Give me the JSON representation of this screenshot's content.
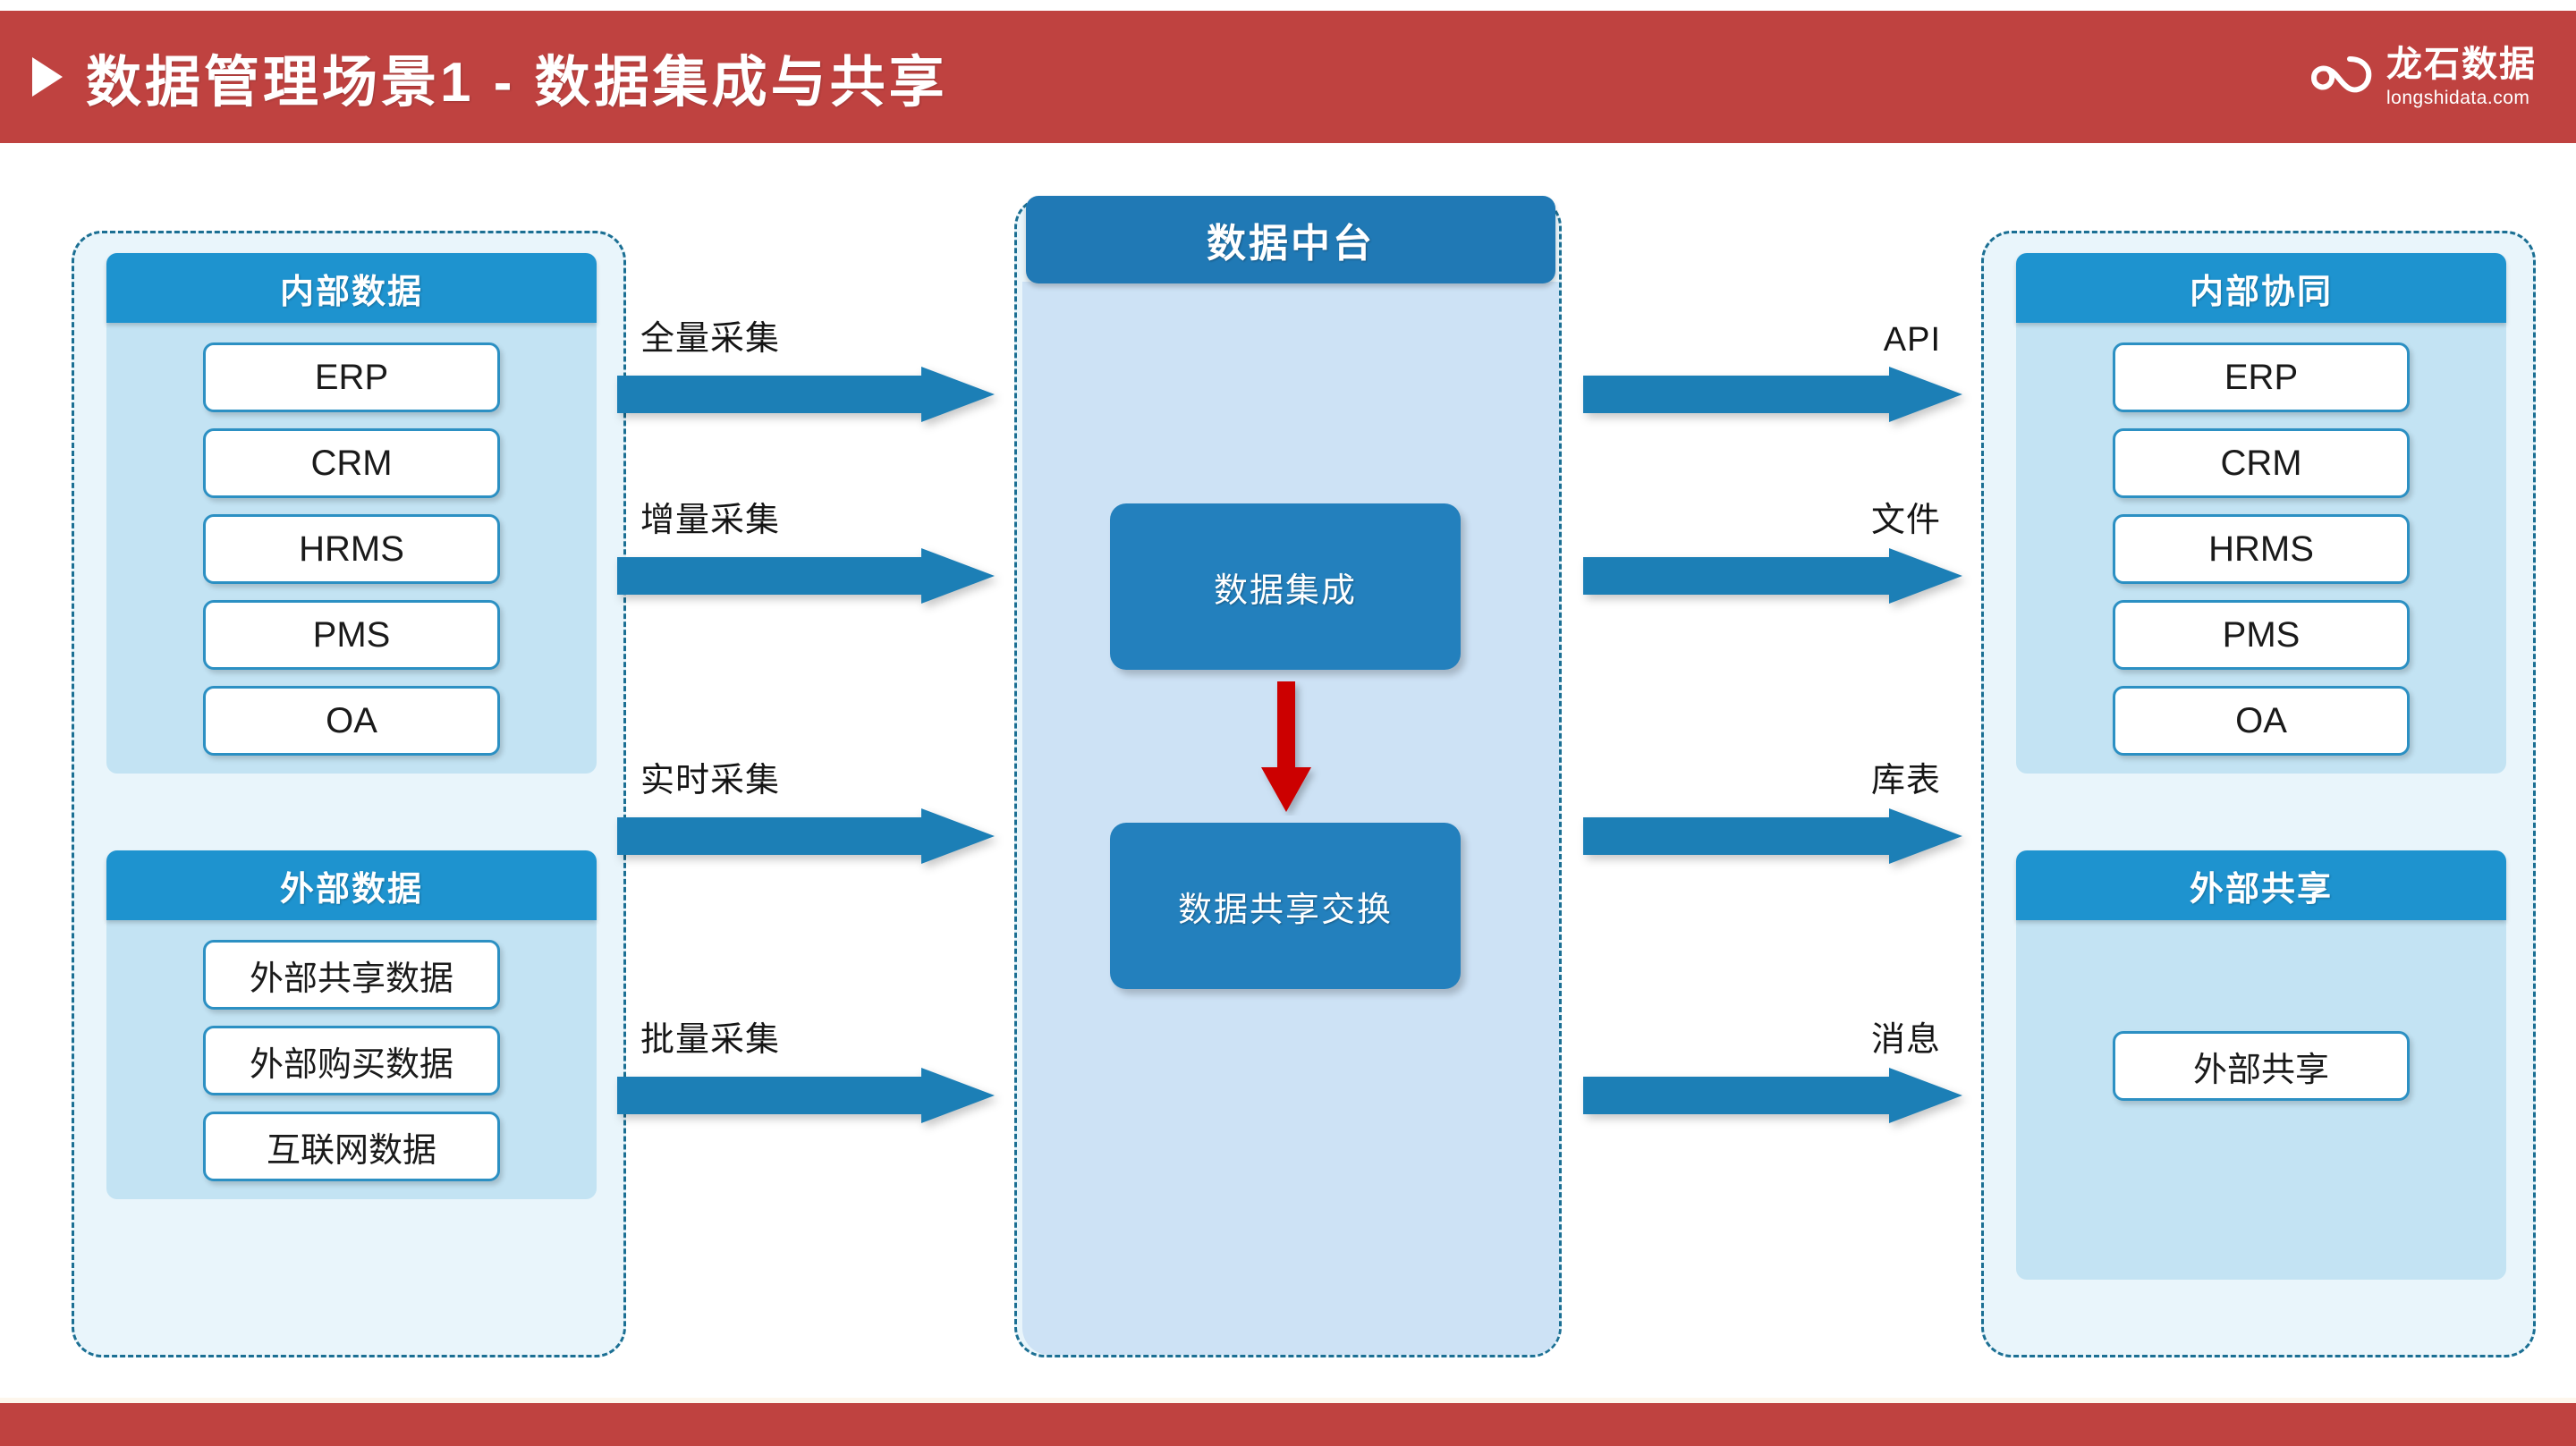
{
  "header": {
    "bullet_icon": "play-triangle-icon",
    "title": "数据管理场景1 - 数据集成与共享",
    "accent_color": "#bf4240",
    "logo": {
      "icon": "infinity-swirl-icon",
      "name_cn": "龙石数据",
      "name_en": "longshidata.com"
    }
  },
  "theme": {
    "brand_red": "#bf4240",
    "panel_header_blue": "#1e93cf",
    "center_header_blue": "#2079b5",
    "panel_body_blue": "#c3e3f3",
    "center_body_blue": "#cde2f5",
    "container_fill": "#e9f5fb",
    "dash_border": "#1b6f93",
    "arrow_blue": "#1c7fb6",
    "red_arrow": "#cc0000"
  },
  "left_column": {
    "panels": [
      {
        "title": "内部数据",
        "items": [
          "ERP",
          "CRM",
          "HRMS",
          "PMS",
          "OA"
        ]
      },
      {
        "title": "外部数据",
        "items": [
          "外部共享数据",
          "外部购买数据",
          "互联网数据"
        ]
      }
    ]
  },
  "center_column": {
    "title": "数据中台",
    "boxes": [
      {
        "label": "数据集成"
      },
      {
        "label": "数据共享交换"
      }
    ],
    "connector_icon": "red-down-arrow-icon"
  },
  "right_column": {
    "panels": [
      {
        "title": "内部协同",
        "items": [
          "ERP",
          "CRM",
          "HRMS",
          "PMS",
          "OA"
        ]
      },
      {
        "title": "外部共享",
        "items": [
          "外部共享"
        ]
      }
    ]
  },
  "ingest_flows": [
    {
      "label": "全量采集"
    },
    {
      "label": "增量采集"
    },
    {
      "label": "实时采集"
    },
    {
      "label": "批量采集"
    }
  ],
  "output_flows": [
    {
      "label": "API"
    },
    {
      "label": "文件"
    },
    {
      "label": "库表"
    },
    {
      "label": "消息"
    }
  ]
}
